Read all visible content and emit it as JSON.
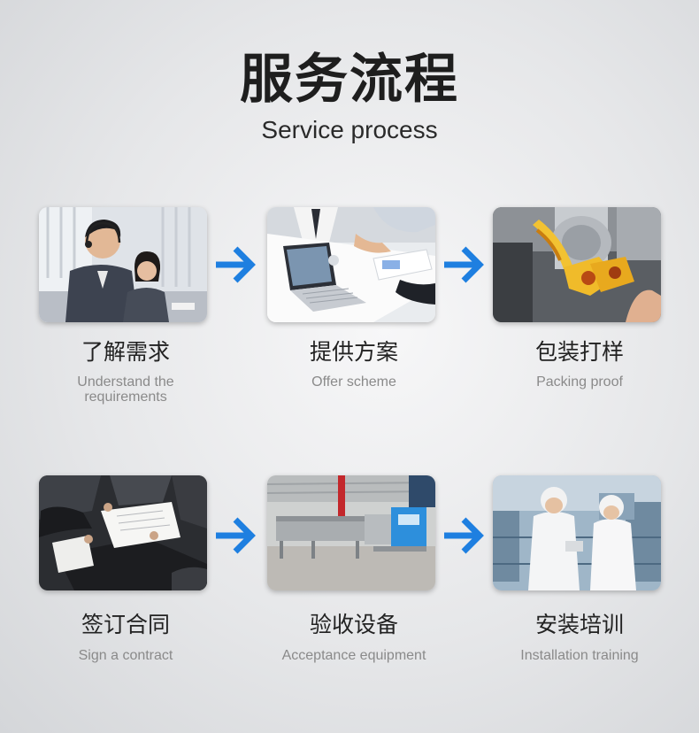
{
  "header": {
    "title_cn": "服务流程",
    "title_en": "Service process"
  },
  "steps": [
    {
      "cn": "了解需求",
      "en": "Understand the requirements",
      "image": "call-center-agents-photo"
    },
    {
      "cn": "提供方案",
      "en": "Offer scheme",
      "image": "laptop-meeting-photo"
    },
    {
      "cn": "包装打样",
      "en": "Packing proof",
      "image": "packing-machine-sample-photo"
    },
    {
      "cn": "签订合同",
      "en": "Sign a contract",
      "image": "signing-documents-photo"
    },
    {
      "cn": "验收设备",
      "en": "Acceptance equipment",
      "image": "factory-equipment-photo"
    },
    {
      "cn": "安装培训",
      "en": "Installation training",
      "image": "workers-training-photo"
    }
  ],
  "colors": {
    "arrow": "#1e7fe0",
    "title": "#1e1e1e",
    "label_en": "#8a8a8a"
  },
  "icons": [
    "arrow-right-icon"
  ]
}
